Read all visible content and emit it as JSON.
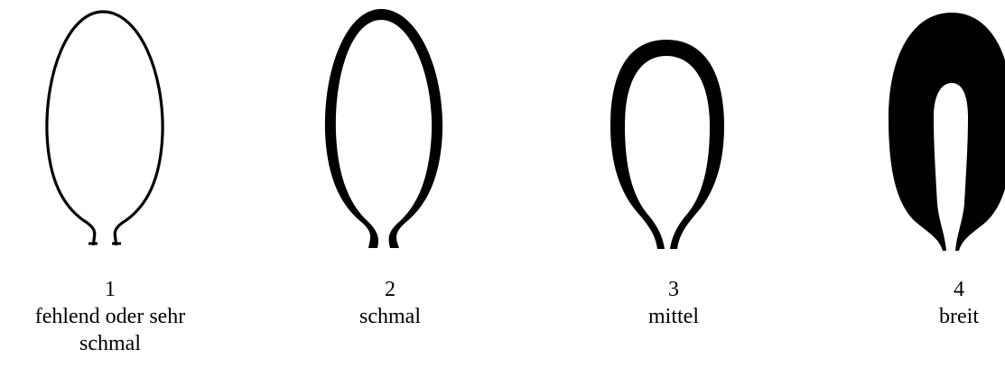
{
  "figure": {
    "items": [
      {
        "number": "1",
        "label": "fehlend oder sehr schmal"
      },
      {
        "number": "2",
        "label": "schmal"
      },
      {
        "number": "3",
        "label": "mittel"
      },
      {
        "number": "4",
        "label": "breit"
      }
    ]
  },
  "colors": {
    "ink": "#000000",
    "background": "#ffffff"
  }
}
